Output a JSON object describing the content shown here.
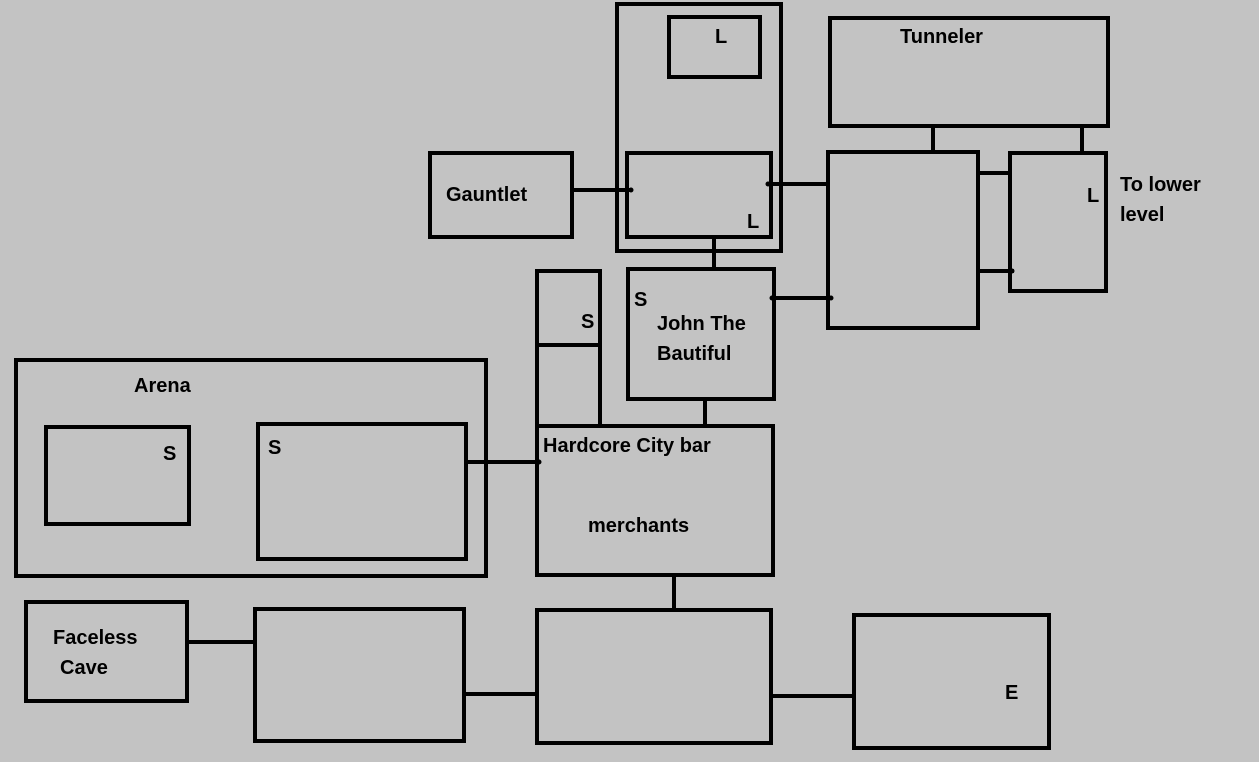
{
  "map": {
    "colors": {
      "background": "#c3c3c3",
      "ink": "#000000"
    },
    "labels": {
      "tunneler": "Tunneler",
      "gauntlet": "Gauntlet",
      "to_lower_line1": "To lower",
      "to_lower_line2": "level",
      "john_line1": "John The",
      "john_line2": "Bautiful",
      "arena": "Arena",
      "bar_title": "Hardcore City bar",
      "merchants": "merchants",
      "faceless_line1": "Faceless",
      "faceless_line2": "Cave",
      "marker_l": "L",
      "marker_s": "S",
      "marker_e": "E"
    }
  }
}
